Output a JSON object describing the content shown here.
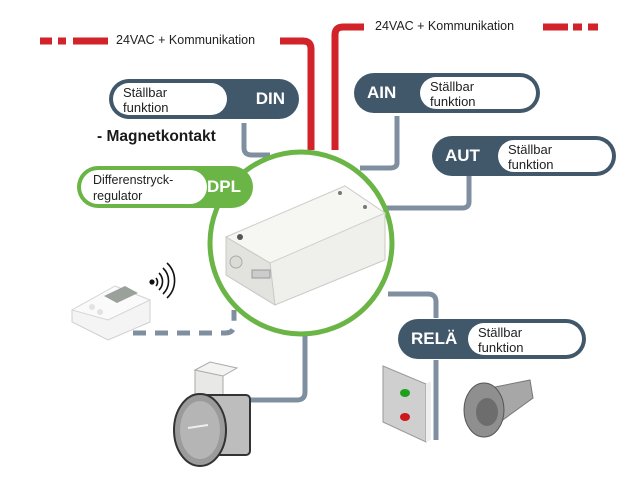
{
  "bus_left": {
    "label": "24VAC + Kommunikation"
  },
  "bus_right": {
    "label": "24VAC + Kommunikation"
  },
  "modules": {
    "din": {
      "code": "DIN",
      "line1": "Ställbar",
      "line2": "funktion"
    },
    "ain": {
      "code": "AIN",
      "line1": "Ställbar",
      "line2": "funktion"
    },
    "aut": {
      "code": "AUT",
      "line1": "Ställbar",
      "line2": "funktion"
    },
    "rela": {
      "code": "RELÄ",
      "line1": "Ställbar",
      "line2": "funktion"
    },
    "dpl": {
      "code": "DPL",
      "line1": "Differenstryck-",
      "line2": "regulator"
    }
  },
  "annotation": {
    "magnet": "- Magnetkontakt"
  },
  "colors": {
    "power_bus": "#d2232a",
    "module_dark": "#41576a",
    "wire": "#7f8fa0",
    "dpl_green": "#6ab545"
  }
}
